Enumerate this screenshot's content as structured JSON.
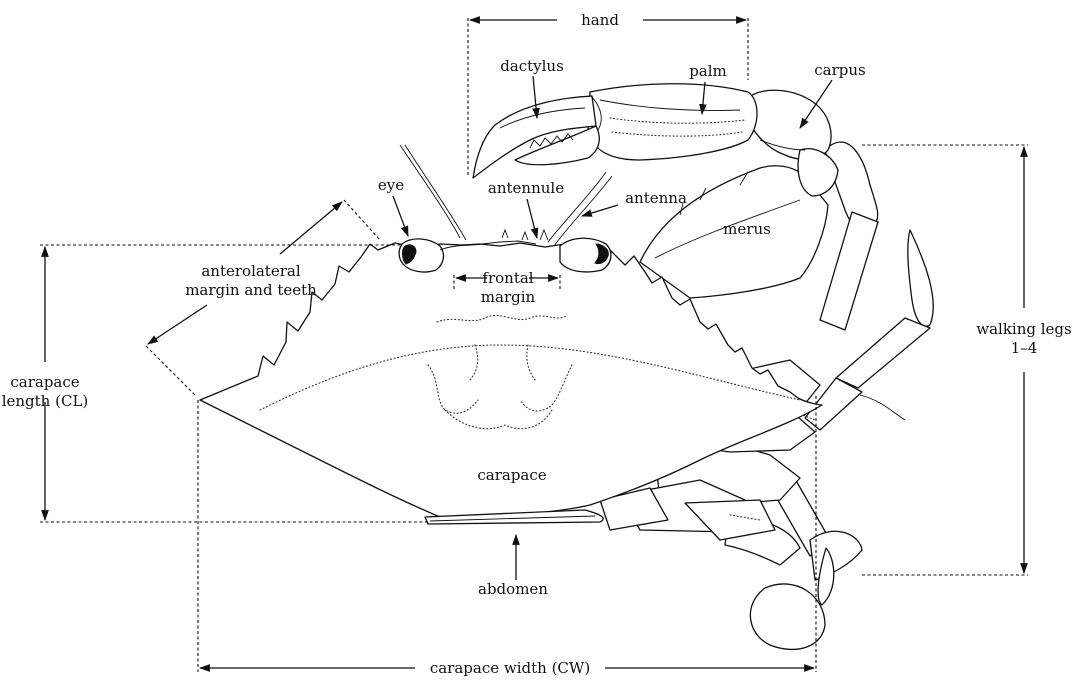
{
  "labels": {
    "hand": "hand",
    "dactylus": "dactylus",
    "palm": "palm",
    "carpus": "carpus",
    "eye": "eye",
    "antennule": "antennule",
    "antenna": "antenna",
    "merus": "merus",
    "anterolateral_line1": "anterolateral",
    "anterolateral_line2": "margin and teeth",
    "frontal_line1": "frontal",
    "frontal_line2": "margin",
    "walking_legs_line1": "walking legs",
    "walking_legs_line2": "1–4",
    "carapace_length_line1": "carapace",
    "carapace_length_line2": "length (CL)",
    "carapace": "carapace",
    "abdomen": "abdomen",
    "carapace_width": "carapace width  (CW)"
  }
}
